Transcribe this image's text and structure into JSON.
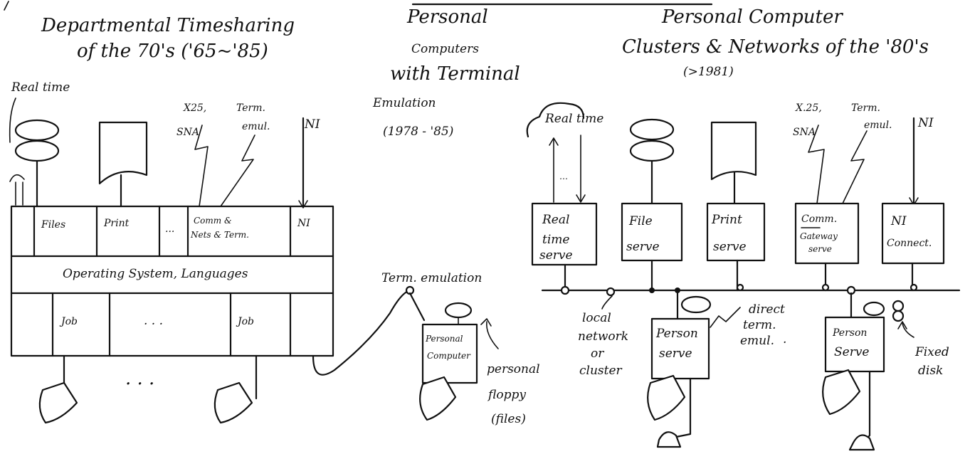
{
  "sections": {
    "timesharing": {
      "title_line1": "Departmental Timesharing",
      "title_line2": "of the 70's ('65~'85)",
      "realtime": "Real time",
      "x25": "X25,",
      "sna": "SNA",
      "term": "Term.",
      "emul": "emul.",
      "ni_top": "NI",
      "cells": {
        "files": "Files",
        "print": "Print",
        "dots": "...",
        "comm1": "Comm &",
        "comm2": "Nets & Term.",
        "ni": "NI"
      },
      "os": "Operating System, Languages",
      "job1": "Job",
      "job_dots": ". . .",
      "job2": "Job",
      "bottom_dots": ". . ."
    },
    "personal": {
      "title_line1": "Personal",
      "title_line2": "Computers",
      "title_line3": "with Terminal",
      "title_line4": "Emulation",
      "years": "(1978 - '85)",
      "term_emulation": "Term. emulation",
      "pc_line1": "Personal",
      "pc_line2": "Computer",
      "floppy1": "personal",
      "floppy2": "floppy",
      "floppy3": "(files)"
    },
    "clusters": {
      "title_line1": "Personal Computer",
      "title_line2": "Clusters & Networks of the '80's",
      "title_line3": "(>1981)",
      "realtime": "Real time",
      "x25": "X.25,",
      "sna": "SNA",
      "term": "Term.",
      "emul": "emul.",
      "ni_top": "NI",
      "servers": {
        "rt1": "Real",
        "rt2": "time",
        "rt3": "serve",
        "file1": "File",
        "file2": "serve",
        "print1": "Print",
        "print2": "serve",
        "comm1": "Comm.",
        "comm2": "Gateway",
        "comm3": "serve",
        "ni1": "NI",
        "ni2": "Connect."
      },
      "local1": "local",
      "local2": "network",
      "local3": "or",
      "local4": "cluster",
      "ps1_1": "Person",
      "ps1_2": "serve",
      "direct1": "direct",
      "direct2": "term.",
      "direct3": "emul.",
      "ps2_1": "Person",
      "ps2_2": "Serve",
      "fixed1": "Fixed",
      "fixed2": "disk"
    }
  }
}
